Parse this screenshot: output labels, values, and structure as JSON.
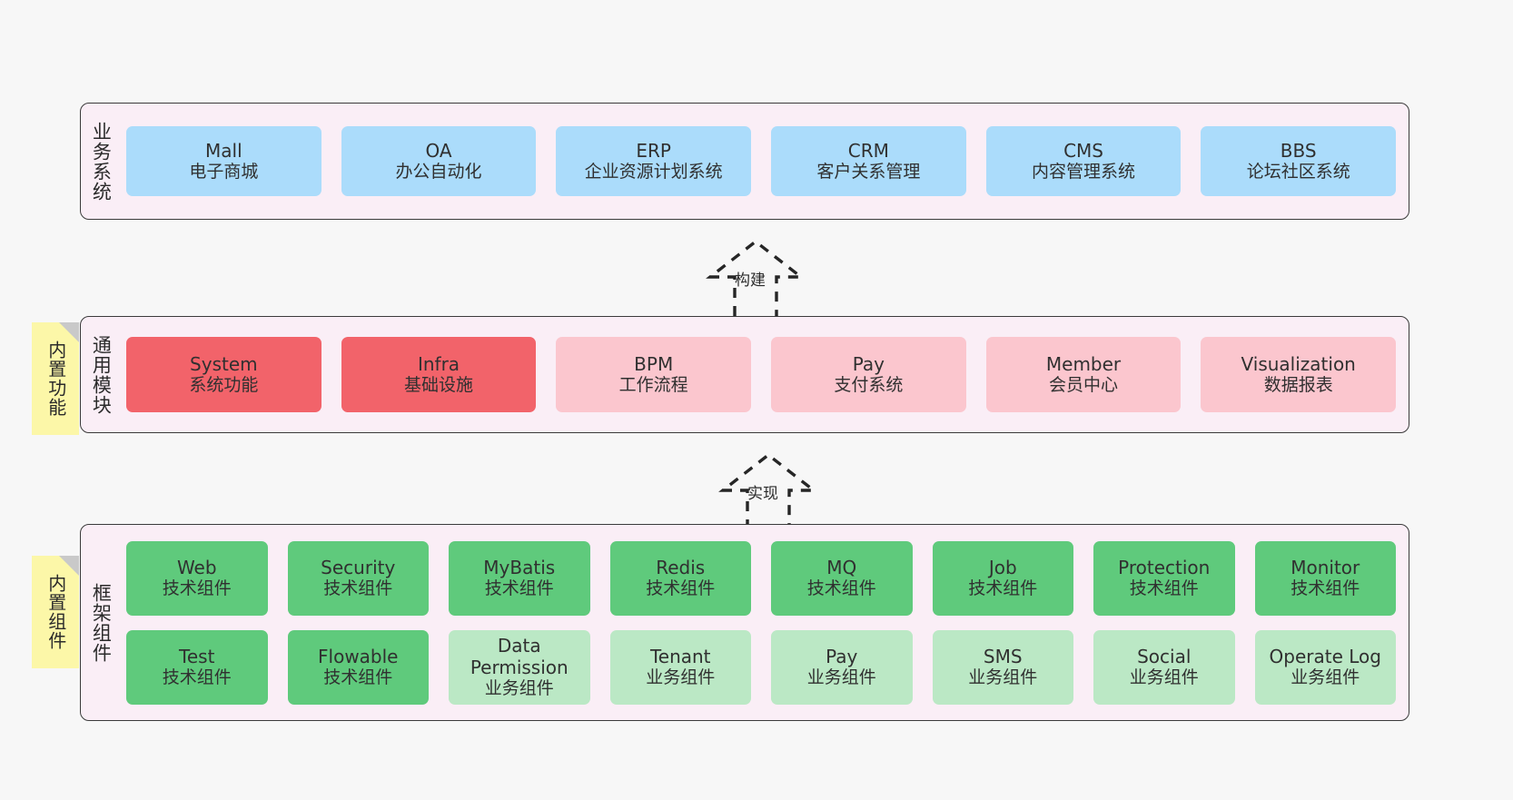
{
  "diagram": {
    "background_color": "#f7f7f7",
    "layer_bg_color": "#faeef6",
    "layer_border_color": "#3b3b3b",
    "note_color": "#fcf7a8"
  },
  "layers": [
    {
      "title": "业务系统",
      "rows": [
        [
          {
            "name": "Mall",
            "desc": "电子商城",
            "color": "#abdcfb",
            "style": "c-blue"
          },
          {
            "name": "OA",
            "desc": "办公自动化",
            "color": "#abdcfb",
            "style": "c-blue"
          },
          {
            "name": "ERP",
            "desc": "企业资源计划系统",
            "color": "#abdcfb",
            "style": "c-blue"
          },
          {
            "name": "CRM",
            "desc": "客户关系管理",
            "color": "#abdcfb",
            "style": "c-blue"
          },
          {
            "name": "CMS",
            "desc": "内容管理系统",
            "color": "#abdcfb",
            "style": "c-blue"
          },
          {
            "name": "BBS",
            "desc": "论坛社区系统",
            "color": "#abdcfb",
            "style": "c-blue"
          }
        ]
      ]
    },
    {
      "title": "通用模块",
      "rows": [
        [
          {
            "name": "System",
            "desc": "系统功能",
            "color": "#f2636a",
            "style": "c-red"
          },
          {
            "name": "Infra",
            "desc": "基础设施",
            "color": "#f2636a",
            "style": "c-red"
          },
          {
            "name": "BPM",
            "desc": "工作流程",
            "color": "#fbc6ce",
            "style": "c-pink"
          },
          {
            "name": "Pay",
            "desc": "支付系统",
            "color": "#fbc6ce",
            "style": "c-pink"
          },
          {
            "name": "Member",
            "desc": "会员中心",
            "color": "#fbc6ce",
            "style": "c-pink"
          },
          {
            "name": "Visualization",
            "desc": "数据报表",
            "color": "#fbc6ce",
            "style": "c-pink"
          }
        ]
      ]
    },
    {
      "title": "框架组件",
      "rows": [
        [
          {
            "name": "Web",
            "desc": "技术组件",
            "color": "#5fca7c",
            "style": "c-green"
          },
          {
            "name": "Security",
            "desc": "技术组件",
            "color": "#5fca7c",
            "style": "c-green"
          },
          {
            "name": "MyBatis",
            "desc": "技术组件",
            "color": "#5fca7c",
            "style": "c-green"
          },
          {
            "name": "Redis",
            "desc": "技术组件",
            "color": "#5fca7c",
            "style": "c-green"
          },
          {
            "name": "MQ",
            "desc": "技术组件",
            "color": "#5fca7c",
            "style": "c-green"
          },
          {
            "name": "Job",
            "desc": "技术组件",
            "color": "#5fca7c",
            "style": "c-green"
          },
          {
            "name": "Protection",
            "desc": "技术组件",
            "color": "#5fca7c",
            "style": "c-green"
          },
          {
            "name": "Monitor",
            "desc": "技术组件",
            "color": "#5fca7c",
            "style": "c-green"
          }
        ],
        [
          {
            "name": "Test",
            "desc": "技术组件",
            "color": "#5fca7c",
            "style": "c-green"
          },
          {
            "name": "Flowable",
            "desc": "技术组件",
            "color": "#5fca7c",
            "style": "c-green"
          },
          {
            "name": "Data Permission",
            "desc": "业务组件",
            "color": "#bbe8c5",
            "style": "c-greenlite"
          },
          {
            "name": "Tenant",
            "desc": "业务组件",
            "color": "#bbe8c5",
            "style": "c-greenlite"
          },
          {
            "name": "Pay",
            "desc": "业务组件",
            "color": "#bbe8c5",
            "style": "c-greenlite"
          },
          {
            "name": "SMS",
            "desc": "业务组件",
            "color": "#bbe8c5",
            "style": "c-greenlite"
          },
          {
            "name": "Social",
            "desc": "业务组件",
            "color": "#bbe8c5",
            "style": "c-greenlite"
          },
          {
            "name": "Operate Log",
            "desc": "业务组件",
            "color": "#bbe8c5",
            "style": "c-greenlite"
          }
        ]
      ]
    }
  ],
  "notes": [
    {
      "text": "内置功能"
    },
    {
      "text": "内置组件"
    }
  ],
  "connectors": [
    {
      "label": "构建"
    },
    {
      "label": "实现"
    }
  ]
}
